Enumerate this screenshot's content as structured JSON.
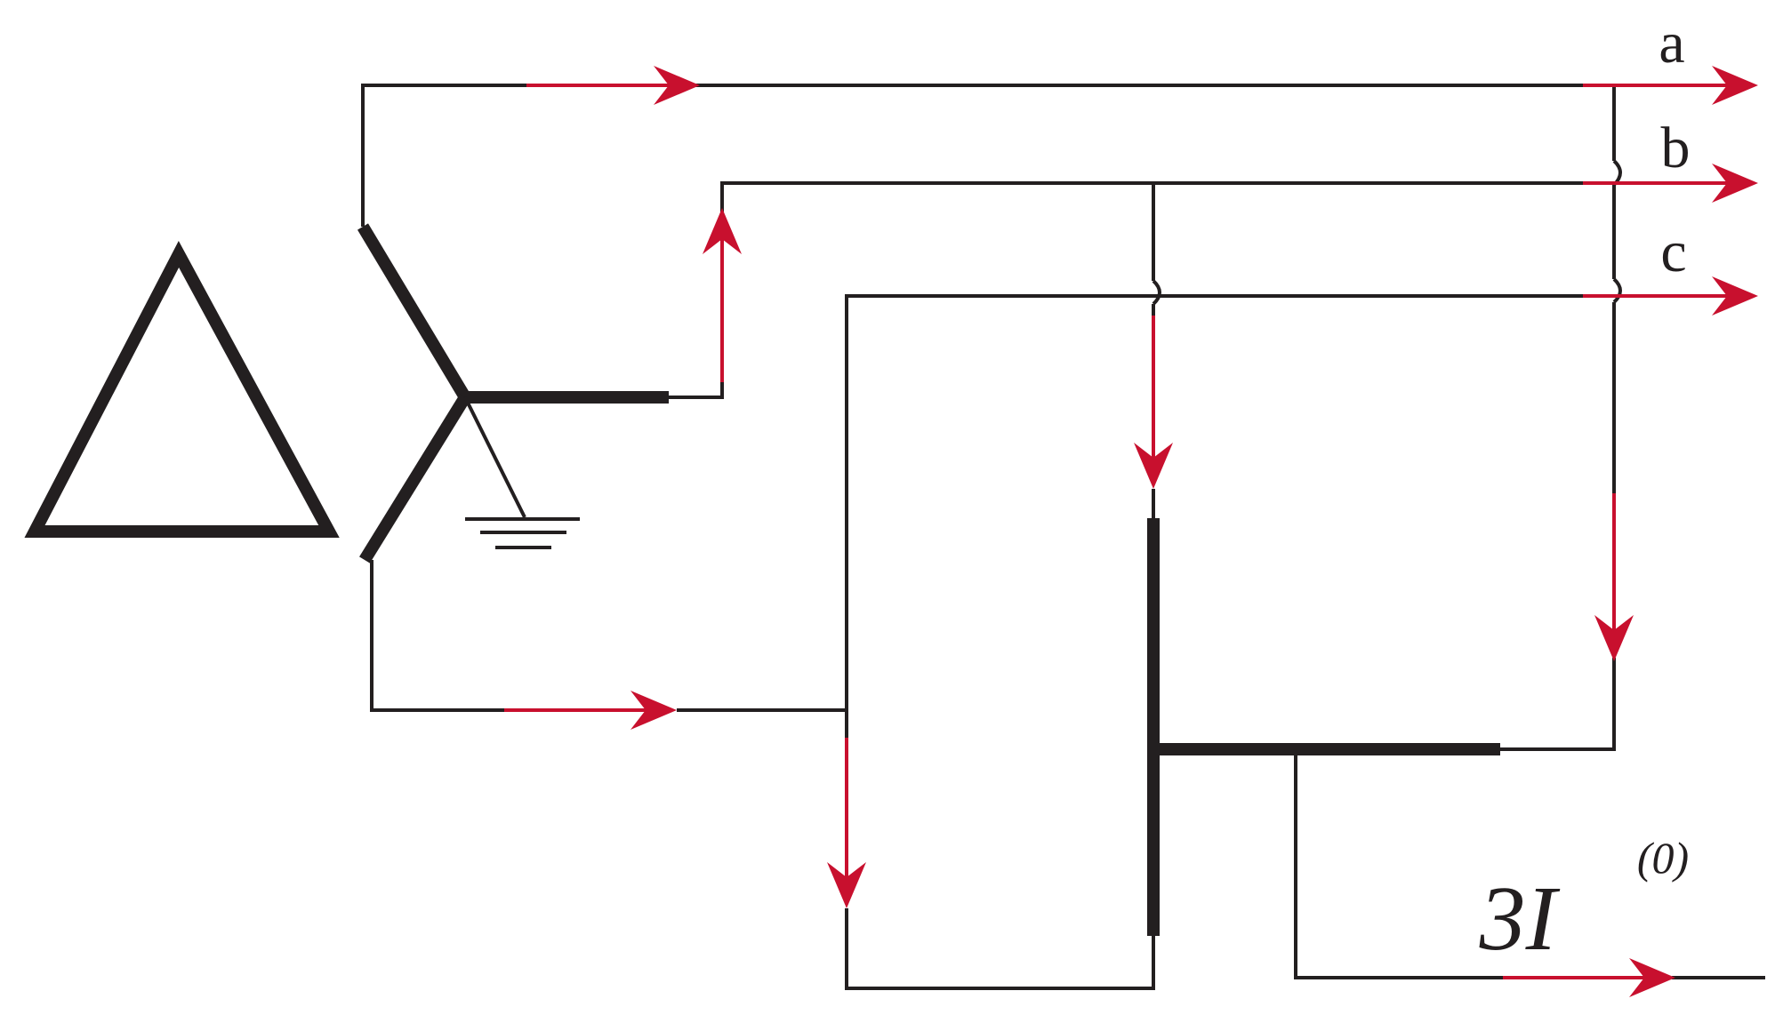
{
  "colors": {
    "line": "#231f20",
    "current": "#c8102e",
    "background": "#ffffff"
  },
  "labels": {
    "phase_a": "a",
    "phase_b": "b",
    "phase_c": "c",
    "zero_seq_main": "3I",
    "zero_seq_sup": "(0)"
  },
  "symbols": {
    "source": "delta-winding-icon",
    "star": "wye-winding-icon",
    "ground": "ground-icon"
  }
}
